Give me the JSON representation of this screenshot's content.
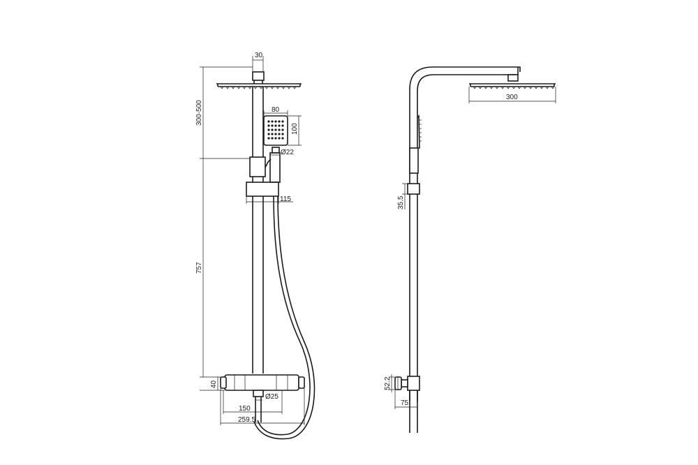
{
  "front_view": {
    "head_width": "30",
    "head_height_range": "300-500",
    "hand_shower_width": "80",
    "hand_shower_height": "100",
    "hose_diameter": "Ø22",
    "slider_width": "115",
    "rail_length": "757",
    "valve_height": "40",
    "outlet_diameter": "Ø25",
    "inlet_spacing": "150",
    "valve_width": "259.5"
  },
  "side_view": {
    "head_diameter": "300",
    "slider_height": "35.5",
    "knob_height": "52.2",
    "wall_offset": "75"
  }
}
